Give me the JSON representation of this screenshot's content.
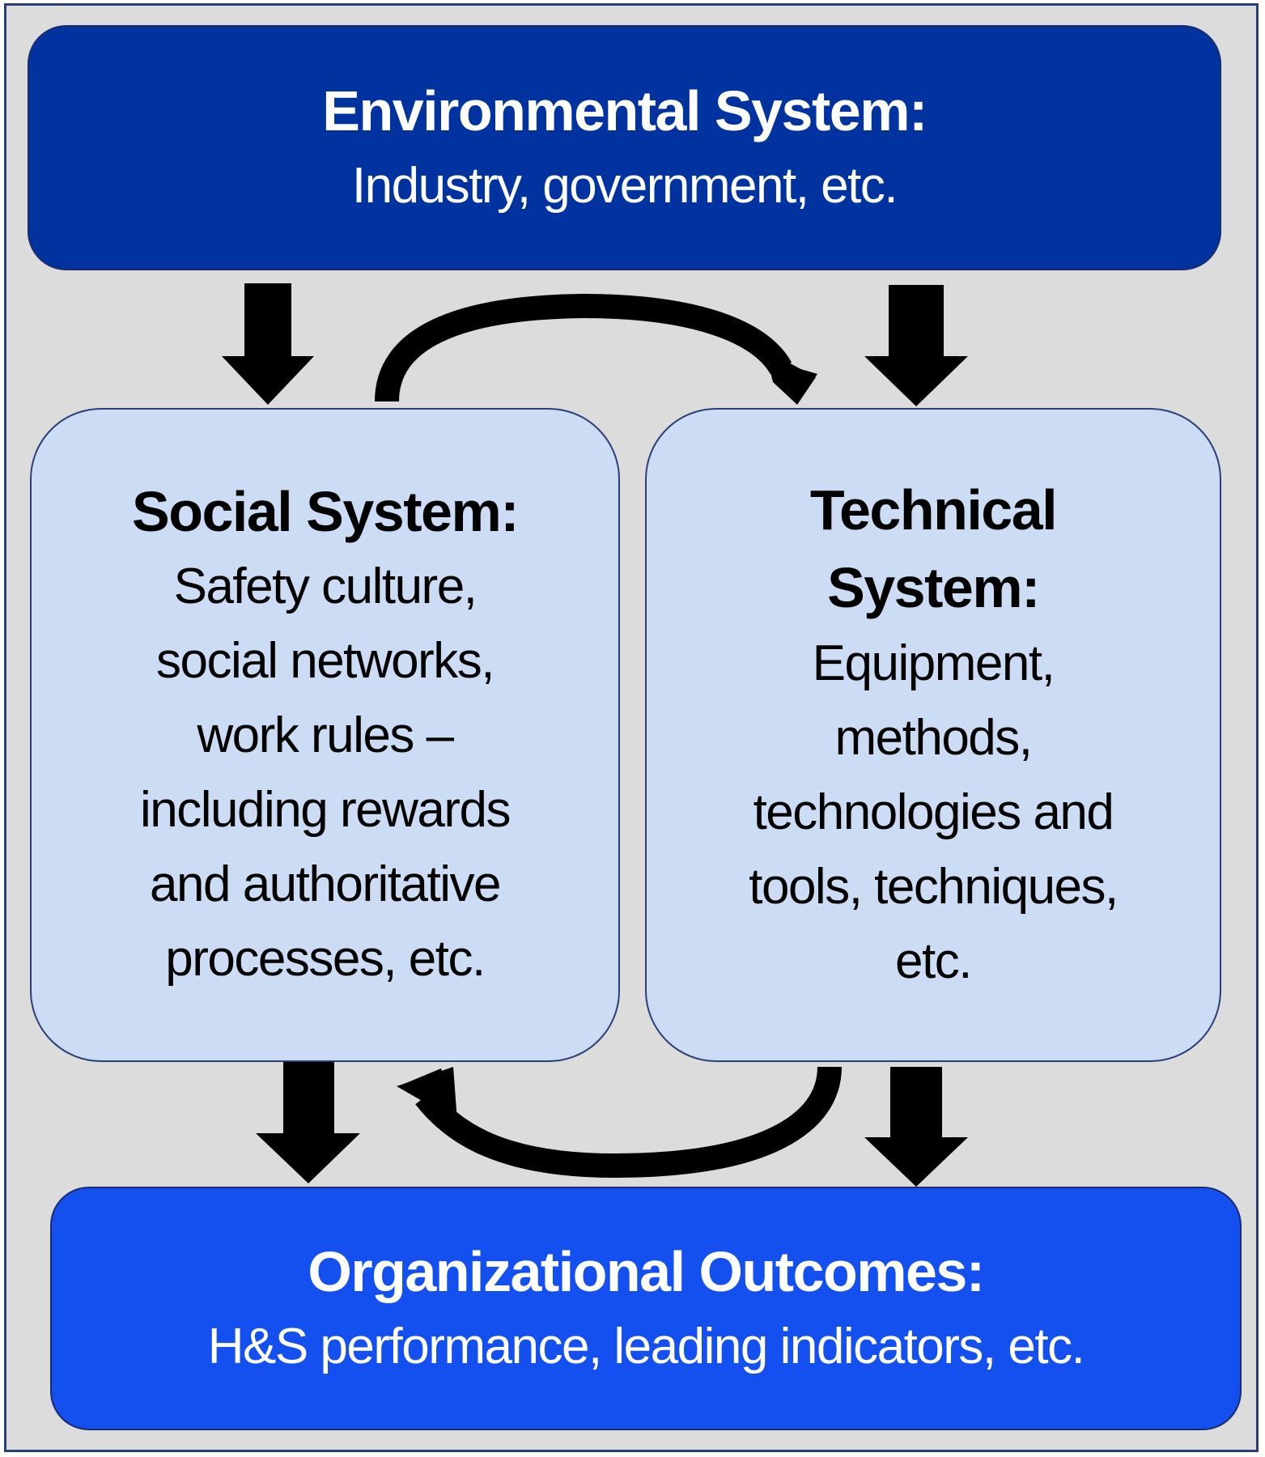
{
  "environmental": {
    "title": "Environmental System:",
    "subtitle": "Industry, government, etc."
  },
  "social": {
    "title": "Social System:",
    "body": "Safety culture,\nsocial networks,\nwork rules –\nincluding rewards\nand authoritative\nprocesses, etc."
  },
  "technical": {
    "title": "Technical\nSystem:",
    "body": "Equipment,\nmethods,\ntechnologies and\ntools, techniques,\netc."
  },
  "outcomes": {
    "title": "Organizational Outcomes:",
    "subtitle": "H&S performance, leading indicators, etc."
  },
  "colors": {
    "environmental": "#0033a0",
    "outcomes": "#1450f0",
    "subsystem": "#cbdcf4",
    "background": "#dcdcdc"
  }
}
